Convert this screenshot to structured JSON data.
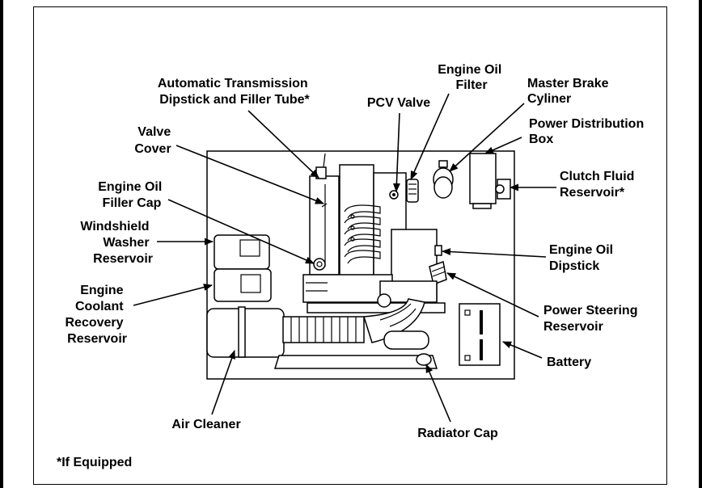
{
  "labels": {
    "auto_trans": [
      "Automatic Transmission",
      "Dipstick and Filler Tube*"
    ],
    "pcv_valve": [
      "PCV Valve"
    ],
    "engine_oil_filter": [
      "Engine Oil",
      "Filter"
    ],
    "master_brake": [
      "Master Brake",
      "Cyliner"
    ],
    "power_dist": [
      "Power Distribution",
      "Box"
    ],
    "valve_cover": [
      "Valve",
      "Cover"
    ],
    "clutch_fluid": [
      "Clutch Fluid",
      "Reservoir*"
    ],
    "oil_filler_cap": [
      "Engine Oil",
      "Filler Cap"
    ],
    "washer_reservoir": [
      "Windshield",
      "Washer",
      "Reservoir"
    ],
    "oil_dipstick": [
      "Engine Oil",
      "Dipstick"
    ],
    "coolant_reservoir": [
      "Engine",
      "Coolant",
      "Recovery",
      "Reservoir"
    ],
    "power_steering": [
      "Power Steering",
      "Reservoir"
    ],
    "battery": [
      "Battery"
    ],
    "air_cleaner": [
      "Air Cleaner"
    ],
    "radiator_cap": [
      "Radiator Cap"
    ]
  },
  "footnote": "*If Equipped"
}
